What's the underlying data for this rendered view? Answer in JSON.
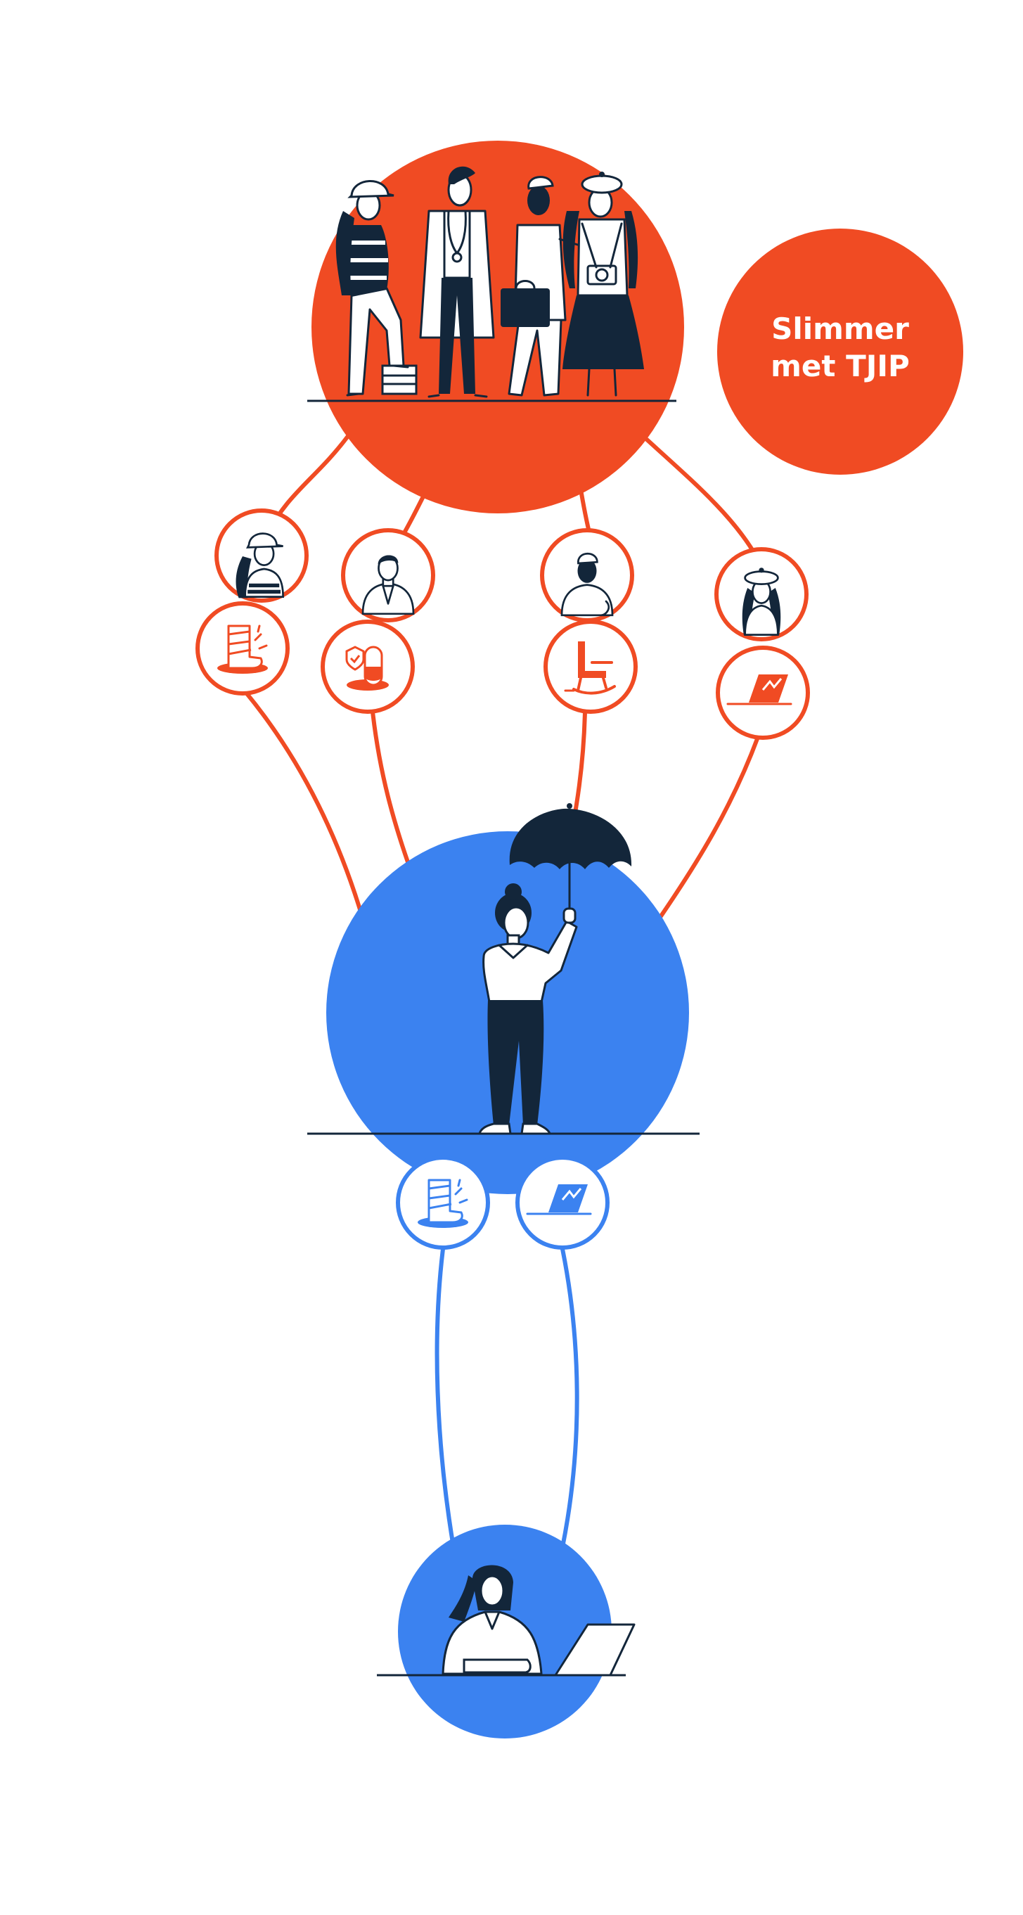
{
  "badge": {
    "line1": "Slimmer",
    "line2": "met TJIP"
  },
  "colors": {
    "primary": "#f04b23",
    "secondary": "#3b82f0",
    "ink": "#13263a",
    "background": "#ffffff"
  },
  "nodes": {
    "group": {
      "figures": [
        "construction-worker",
        "doctor",
        "businessman",
        "photographer"
      ]
    },
    "pairs": [
      {
        "person": "construction-worker",
        "item": "injury-cast-icon"
      },
      {
        "person": "doctor",
        "item": "medicine-pill-icon"
      },
      {
        "person": "businessman",
        "item": "rocking-chair-icon"
      },
      {
        "person": "photographer",
        "item": "laptop-icon"
      }
    ],
    "advisor": {
      "prop": "umbrella-icon"
    },
    "advisor_items": [
      "injury-cast-icon",
      "laptop-icon"
    ],
    "employee": {
      "prop": "laptop-icon"
    }
  }
}
